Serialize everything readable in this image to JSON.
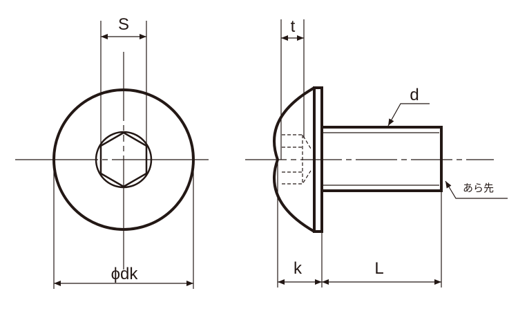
{
  "labels": {
    "s": "S",
    "dk": "ϕdk",
    "t": "t",
    "d": "d",
    "tip": "あら先",
    "k": "k",
    "l": "L"
  },
  "colors": {
    "line": "#231815",
    "background": "#ffffff"
  }
}
